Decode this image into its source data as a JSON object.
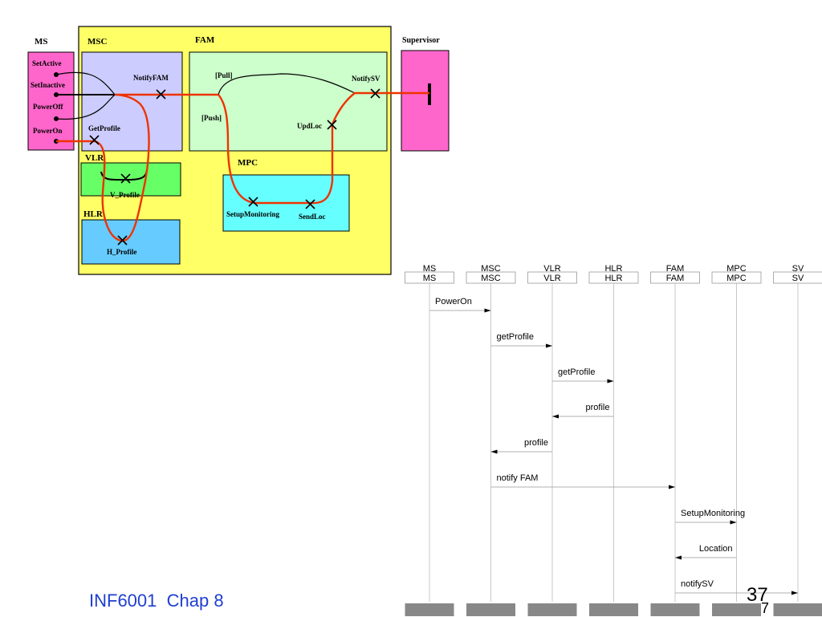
{
  "component_diagram": {
    "ms": {
      "title": "MS",
      "ports": [
        "SetActive",
        "SetInactive",
        "PowerOff",
        "PowerOn"
      ]
    },
    "supervisor": {
      "title": "Supervisor"
    },
    "msc": {
      "title": "MSC",
      "labels": {
        "notify_fam": "NotifyFAM",
        "get_profile": "GetProfile"
      }
    },
    "fam": {
      "title": "FAM",
      "labels": {
        "pull": "[Pull]",
        "push": "[Push]",
        "notify_sv": "NotifySV",
        "upd_loc": "UpdLoc"
      }
    },
    "vlr": {
      "title": "VLR",
      "labels": {
        "v_profile": "V_Profile"
      }
    },
    "hlr": {
      "title": "HLR",
      "labels": {
        "h_profile": "H_Profile"
      }
    },
    "mpc": {
      "title": "MPC",
      "labels": {
        "setup_monitoring": "SetupMonitoring",
        "send_loc": "SendLoc"
      }
    },
    "colors": {
      "outer_box": "#ffff66",
      "ms_box": "#ff66cc",
      "msc_box": "#ccccff",
      "fam_box": "#ccffcc",
      "vlr_box": "#66ff66",
      "hlr_box": "#66ccff",
      "mpc_box": "#66ffff",
      "path_line": "#ee3300"
    }
  },
  "sequence_diagram": {
    "lifelines": [
      {
        "top": "MS",
        "label": "MS"
      },
      {
        "top": "MSC",
        "label": "MSC"
      },
      {
        "top": "VLR",
        "label": "VLR"
      },
      {
        "top": "HLR",
        "label": "HLR"
      },
      {
        "top": "FAM",
        "label": "FAM"
      },
      {
        "top": "MPC",
        "label": "MPC"
      },
      {
        "top": "SV",
        "label": "SV"
      }
    ],
    "messages": [
      {
        "label": "PowerOn",
        "from": 0,
        "to": 1
      },
      {
        "label": "getProfile",
        "from": 1,
        "to": 2
      },
      {
        "label": "getProfile",
        "from": 2,
        "to": 3
      },
      {
        "label": "profile",
        "from": 3,
        "to": 2
      },
      {
        "label": "profile",
        "from": 2,
        "to": 1
      },
      {
        "label": "notify FAM",
        "from": 1,
        "to": 4
      },
      {
        "label": "SetupMonitoring",
        "from": 4,
        "to": 5
      },
      {
        "label": "Location",
        "from": 5,
        "to": 4
      },
      {
        "label": "notifySV",
        "from": 4,
        "to": 6
      }
    ]
  },
  "footer": {
    "course": "INF6001",
    "chapter": "Chap 8"
  },
  "page_number": "37",
  "page_number_overlap": "7"
}
